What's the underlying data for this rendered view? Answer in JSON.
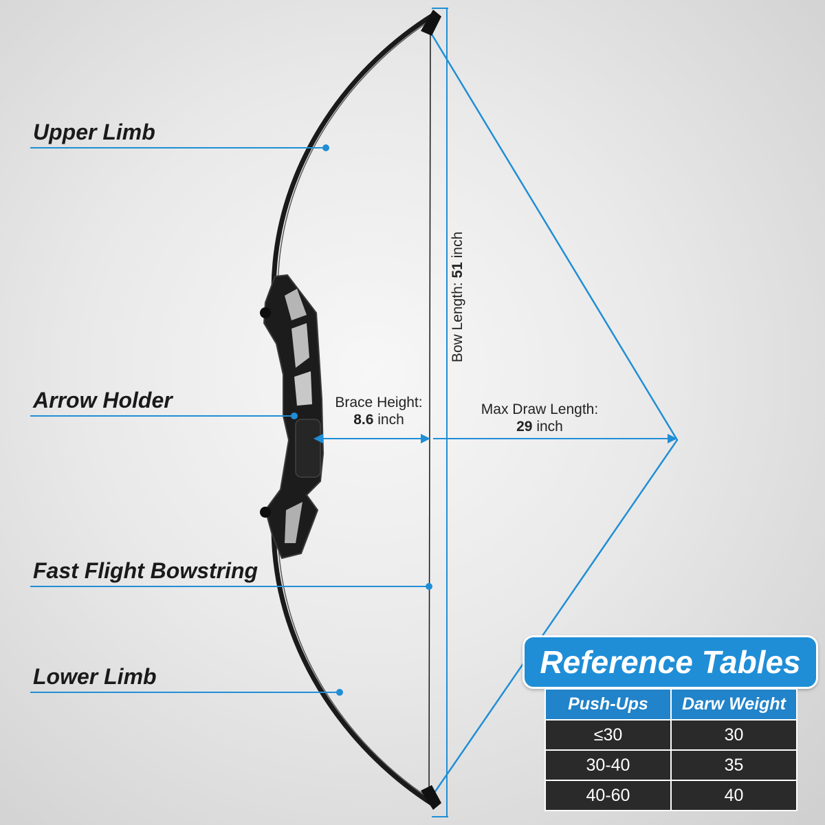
{
  "labels": {
    "upper_limb": "Upper Limb",
    "arrow_holder": "Arrow Holder",
    "bowstring": "Fast Flight Bowstring",
    "lower_limb": "Lower Limb"
  },
  "measurements": {
    "brace_height_label": "Brace Height:",
    "brace_height_value": "8.6",
    "brace_height_unit": "inch",
    "draw_length_label": "Max Draw Length:",
    "draw_length_value": "29",
    "draw_length_unit": "inch",
    "bow_length_label": "Bow Length:",
    "bow_length_value": "51",
    "bow_length_unit": "inch"
  },
  "reference": {
    "title": "Reference Tables",
    "headers": [
      "Push-Ups",
      "Darw Weight"
    ],
    "rows": [
      [
        "≤30",
        "30"
      ],
      [
        "30-40",
        "35"
      ],
      [
        "40-60",
        "40"
      ]
    ]
  },
  "colors": {
    "accent": "#1f8ed6",
    "bow": "#141414",
    "background": "#e9e9e9"
  }
}
